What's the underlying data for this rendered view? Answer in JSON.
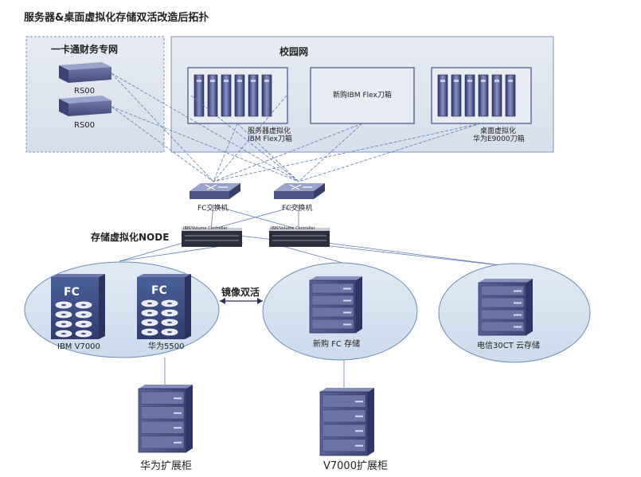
{
  "title": "服务器&桌面虚拟化存储双活改造后拓扑",
  "finance_net": {
    "label": "一卡通财务专网",
    "server1": "RS00",
    "server2": "RS00"
  },
  "campus_net": {
    "label": "校园网",
    "server_virt": [
      "服务器虚拟化",
      "IBM Flex刀箱"
    ],
    "new_flex": "新购IBM Flex刀箱",
    "desktop_virt": [
      "桌面虚拟化",
      "华为E9000刀箱"
    ]
  },
  "fc_switch_1": "FC交换机",
  "fc_switch_2": "FC交换机",
  "node_label": "存储虚拟化NODE",
  "node_small_1": "IBM/Volume Controller",
  "node_small_2": "IBM/Volume Controller",
  "mirror_label": "镜像双活",
  "storage": {
    "fc_badge": "FC",
    "ibm_v7000": "IBM V7000",
    "huawei5500": "华为5500",
    "new_fc": "新购 FC 存储",
    "telecom": "电信30CT 云存储"
  },
  "expansion": {
    "huawei": "华为扩展柜",
    "v7000": "V7000扩展柜"
  },
  "colors": {
    "panel_fill": "#dfe6f0",
    "panel_border": "#8095b5",
    "ellipse_fill": "#d5e2ef",
    "ellipse_border": "#6b8db5",
    "hardware": "#4e5a8c",
    "line": "#5a7ab0"
  }
}
